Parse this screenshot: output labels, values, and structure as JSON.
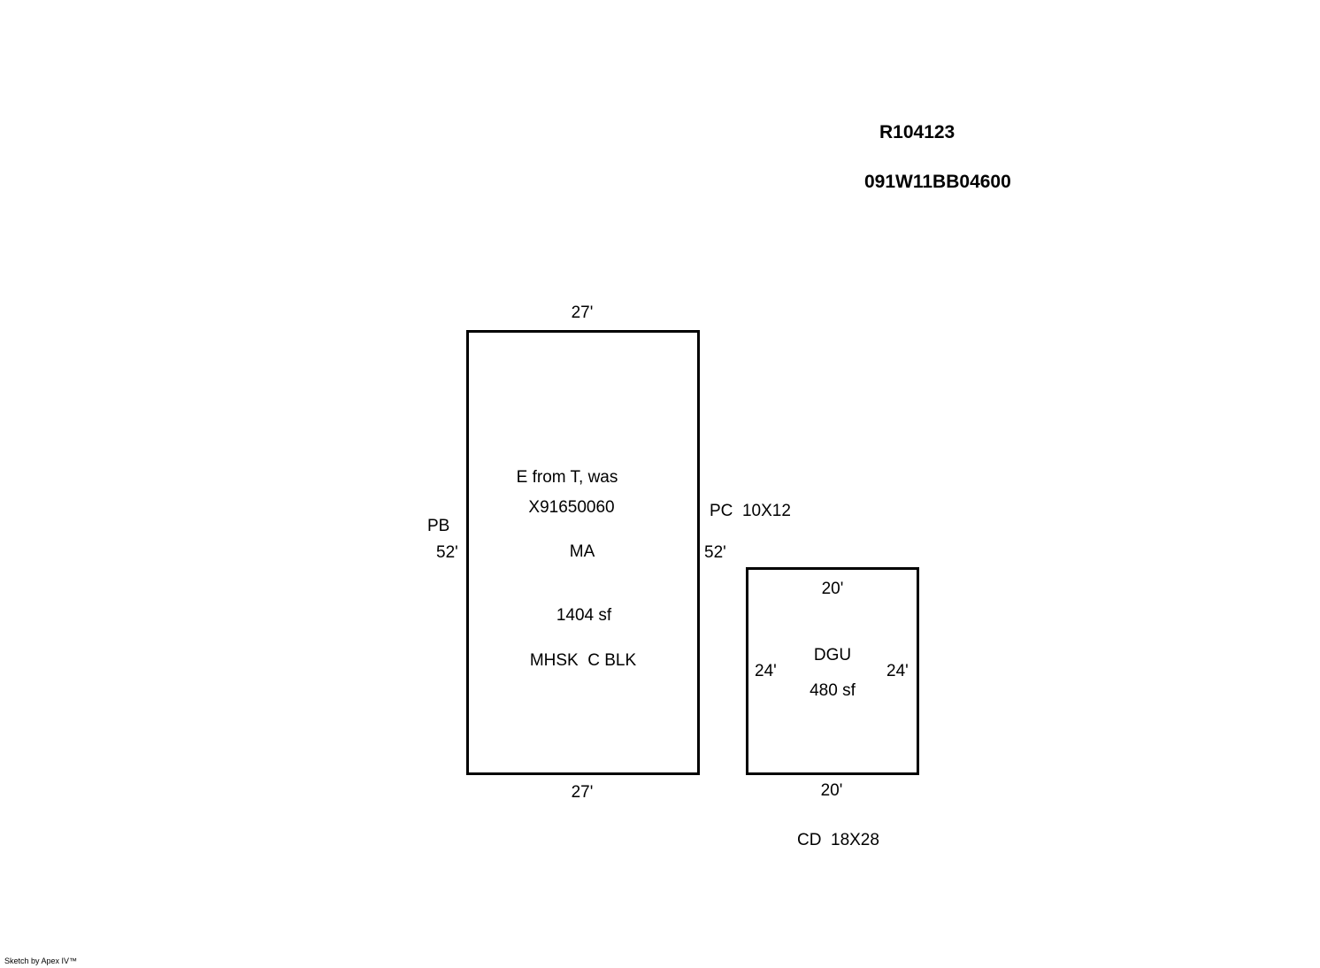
{
  "header": {
    "account_number": "R104123",
    "map_number": "091W11BB04600"
  },
  "main_area": {
    "note_line1": "E from T, was",
    "note_line2": "X91650060",
    "code": "MA",
    "area": "1404 sf",
    "description": "MHSK  C BLK",
    "top_dim": "27'",
    "bottom_dim": "27'",
    "left_dim": "52'",
    "right_dim": "52'",
    "left_label": "PB",
    "right_label": "PC  10X12"
  },
  "garage": {
    "code": "DGU",
    "area": "480 sf",
    "top_dim": "20'",
    "bottom_dim": "20'",
    "left_dim": "24'",
    "right_dim": "24'",
    "below_label": "CD  18X28"
  },
  "footer": {
    "credit": "Sketch by Apex IV™"
  }
}
